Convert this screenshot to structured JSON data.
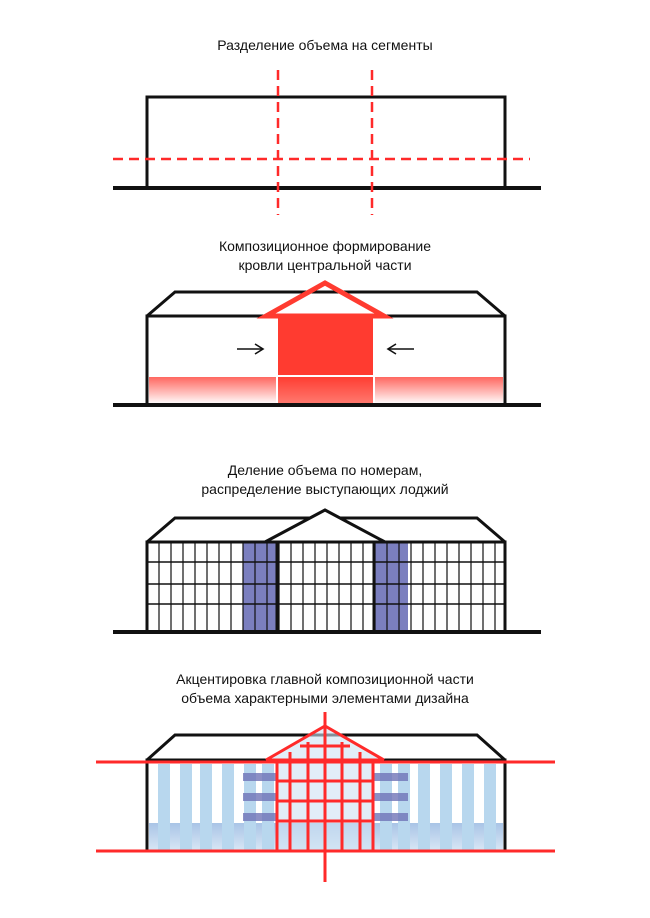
{
  "colors": {
    "ink": "#111111",
    "red": "#ff3b30",
    "red_line": "#ff2a2a",
    "purple": "#7b7fbf",
    "light_blue": "#b8d7ee",
    "blue_band": "#9fbfe0",
    "white": "#ffffff"
  },
  "panels": [
    {
      "caption_lines": [
        "Разделение объема на сегменты"
      ]
    },
    {
      "caption_lines": [
        "Композиционное формирование",
        "кровли центральной части"
      ]
    },
    {
      "caption_lines": [
        "Деление объема по номерам,",
        "распределение выступающих лоджий"
      ]
    },
    {
      "caption_lines": [
        "Акцентировка главной композиционной части",
        "объема характерными элементами дизайна"
      ]
    }
  ]
}
